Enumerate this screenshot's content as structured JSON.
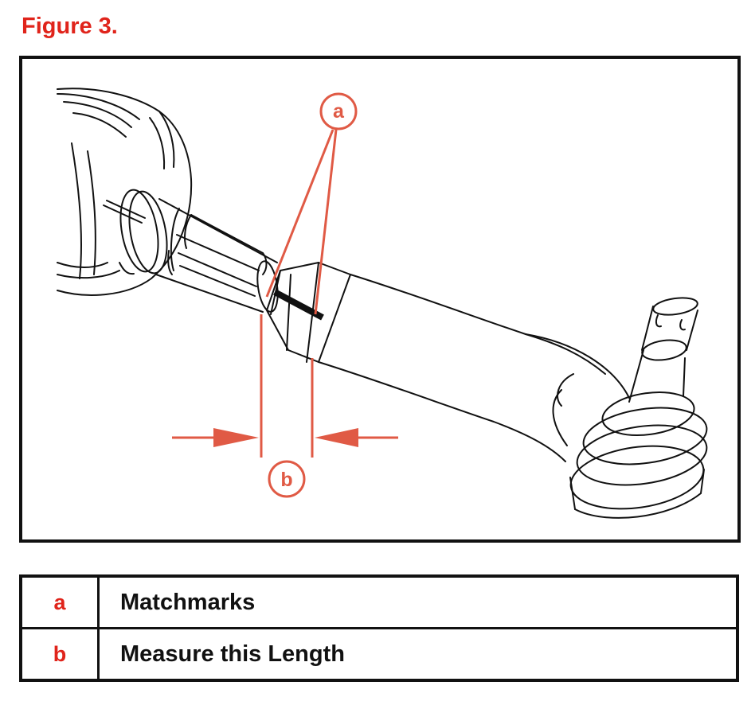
{
  "figure": {
    "title": "Figure 3.",
    "callouts": [
      {
        "key": "a"
      },
      {
        "key": "b"
      }
    ]
  },
  "legend": {
    "rows": [
      {
        "key": "a",
        "description": "Matchmarks"
      },
      {
        "key": "b",
        "description": "Measure this Length"
      }
    ]
  },
  "colors": {
    "title_red": "#e0241b",
    "callout_red": "#e05a45",
    "line_black": "#111111"
  }
}
